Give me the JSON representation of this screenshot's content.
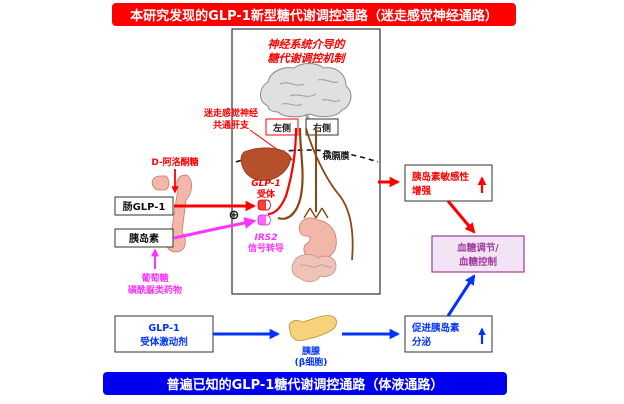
{
  "banner_top": {
    "text": "本研究发现的GLP-1新型糖代谢调控通路（迷走感觉神经通路）",
    "bg": "#ff0000",
    "fg": "#ffffff"
  },
  "banner_bottom": {
    "text": "普遍已知的GLP-1糖代谢调控通路（体液通路）",
    "bg": "#0000ee",
    "fg": "#ffffff"
  },
  "neural_box": {
    "title_line1": "神经系统介导的",
    "title_line2": "糖代谢调控机制",
    "vagal_line1": "迷走感觉神经",
    "vagal_line2": "共通肝支",
    "left_side": "左侧",
    "right_side": "右侧",
    "diaphragm": "横膈膜",
    "glp1_receptor_line1": "GLP-1",
    "glp1_receptor_line2": "受体",
    "irs2_line1": "IRS2",
    "irs2_line2": "信号转导",
    "plus_symbol": "⊕"
  },
  "left_labels": {
    "d_allulose": "D-阿洛酮糖",
    "gut_glp1": "肠GLP-1",
    "insulin": "胰岛素",
    "sulfonyl_line1": "葡萄糖",
    "sulfonyl_line2": "磺酰脲类药物"
  },
  "right_labels": {
    "insulin_sens_line1": "胰岛素敏感性",
    "insulin_sens_line2": "增强",
    "glucose_line1": "血糖调节/",
    "glucose_line2": "血糖控制",
    "secretion_line1": "促进胰岛素",
    "secretion_line2": "分泌"
  },
  "bottom_labels": {
    "agonist_line1": "GLP-1",
    "agonist_line2": "受体激动剂",
    "pancreas_line1": "胰腺",
    "pancreas_line2": "(β细胞)"
  },
  "colors": {
    "red": "#ff0000",
    "blue": "#0033ff",
    "magenta": "#ff33ff",
    "nerve": "#8b4513",
    "glucose_fill": "#f3e4f5",
    "glucose_stroke": "#a03a9e"
  }
}
